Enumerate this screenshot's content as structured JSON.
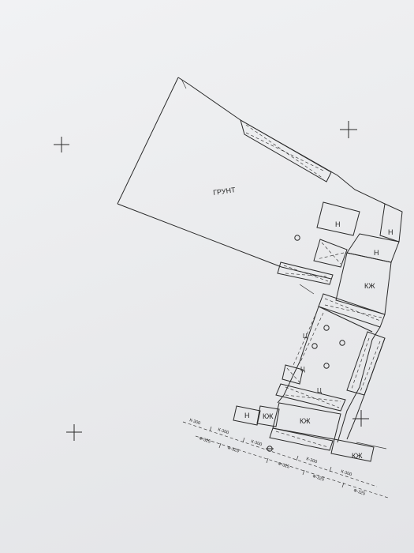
{
  "plan": {
    "ground_label": "ГРУНТ",
    "labels": {
      "n1": "Н",
      "n2": "Н",
      "n3": "Н",
      "n4": "Н",
      "kzh1": "КЖ",
      "kzh2": "КЖ",
      "kzh3": "КЖ",
      "kzh4": "КЖ",
      "c1": "Ц",
      "c2": "Ц",
      "c3": "Ц"
    },
    "utility_lines": {
      "line1": [
        "К-300",
        "К-300",
        "К-300",
        "К-300",
        "К-300"
      ],
      "line2": [
        "Ф-325",
        "Ф-325",
        "Ф-325",
        "Ф-325",
        "Ф-325"
      ]
    }
  }
}
